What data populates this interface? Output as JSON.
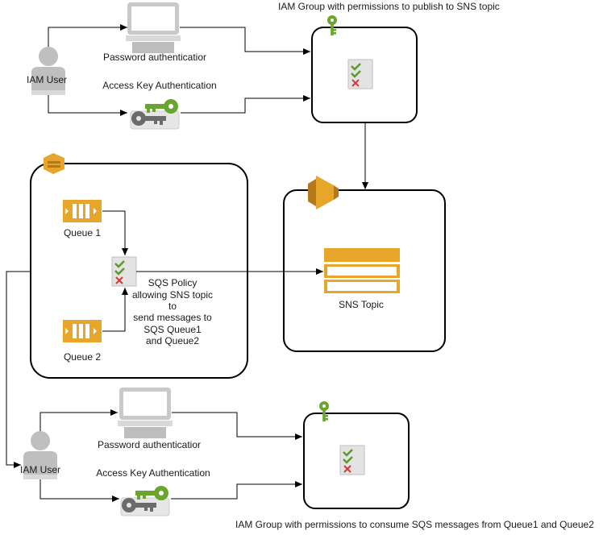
{
  "top": {
    "group_label": "IAM Group with permissions to publish to SNS topic",
    "password_label": "Password authenticatior",
    "access_key_label": "Access Key Authentication",
    "user_label": "IAM User"
  },
  "sqs_box": {
    "queue1_label": "Queue 1",
    "queue2_label": "Queue 2",
    "policy_lines": [
      "SQS Policy",
      "allowing SNS topic",
      "to",
      "send messages to",
      "SQS Queue1",
      "and Queue2"
    ]
  },
  "sns": {
    "label": "SNS Topic"
  },
  "bottom": {
    "user_label": "IAM User",
    "password_label": "Password authenticatior",
    "access_key_label": "Access Key Authentication",
    "group_label": "IAM Group with permissions to consume SQS messages from Queue1 and Queue2"
  },
  "colors": {
    "aws_orange": "#E7A52A",
    "aws_dark_orange": "#B5781A",
    "key_green": "#6AA62F",
    "key_grey": "#6B6B6B",
    "user_grey": "#BFBFBF",
    "check_green": "#5A9A2A",
    "cross_red": "#D33A3A"
  },
  "icons": {
    "user": "user-icon",
    "monitor": "monitor-icon",
    "keys": "keys-icon",
    "policy": "policy-doc-icon",
    "iam_key": "iam-key-icon",
    "sqs": "sqs-icon",
    "sns": "sns-icon",
    "queue": "queue-icon"
  }
}
